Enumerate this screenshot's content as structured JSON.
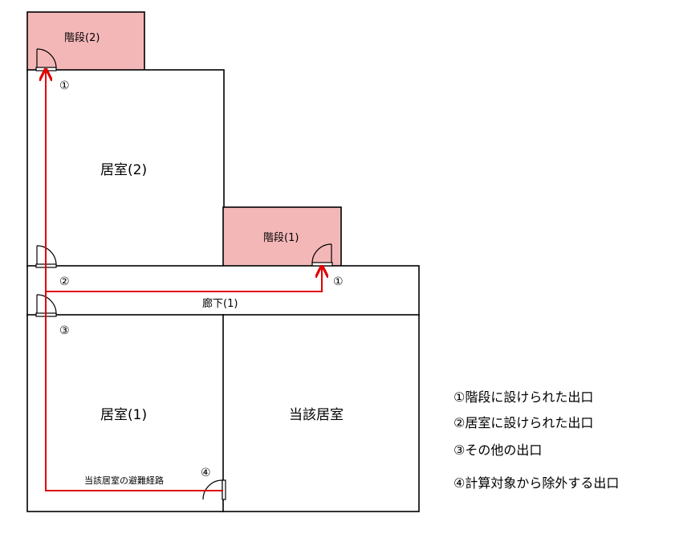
{
  "rooms": {
    "stair2": "階段(2)",
    "room2": "居室(2)",
    "stair1": "階段(1)",
    "corridor1": "廊下(1)",
    "room1": "居室(1)",
    "target_room": "当該居室"
  },
  "markers": {
    "stair2_exit": "①",
    "stair1_exit": "①",
    "room2_exit": "②",
    "other_exit": "③",
    "excluded_exit": "④"
  },
  "route_label": "当該居室の避難経路",
  "legend": {
    "item1": "①階段に設けられた出口",
    "item2": "②居室に設けられた出口",
    "item3": "③その他の出口",
    "item4": "④計算対象から除外する出口"
  },
  "colors": {
    "stair_fill": "#f4b7b8",
    "route": "#e00000"
  }
}
